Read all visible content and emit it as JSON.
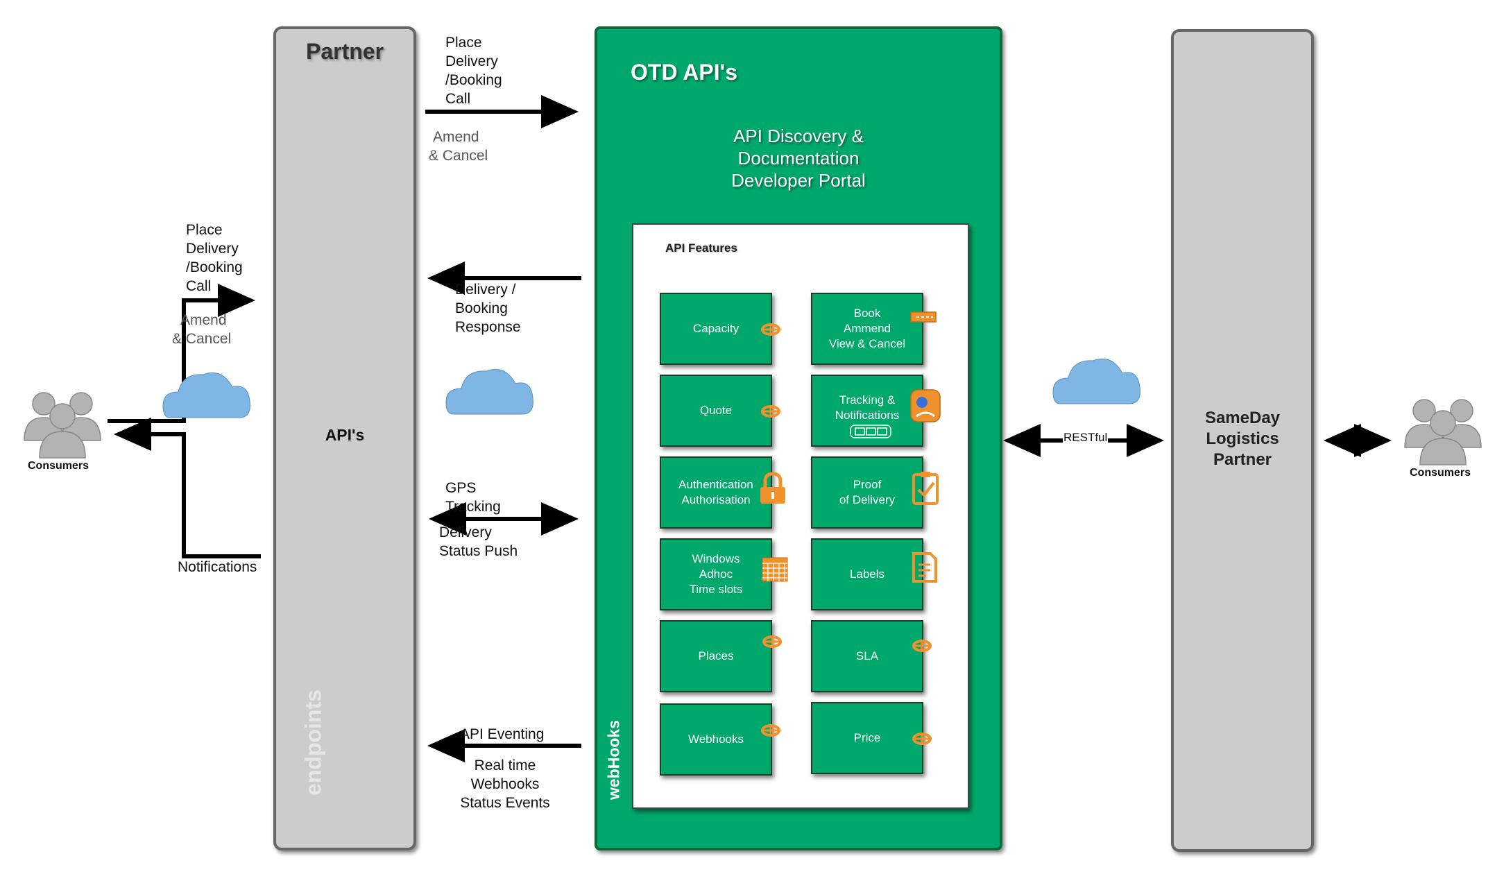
{
  "partner": {
    "title": "Partner",
    "apis": "API's",
    "endpoints": "endpoints"
  },
  "otd": {
    "title": "OTD API's",
    "portal": "API Discovery &\nDocumentation\nDeveloper Portal",
    "features_title": "API Features",
    "webhooks": "webHooks",
    "features": [
      {
        "label": "Capacity",
        "icon": "gear-icon"
      },
      {
        "label": "Book\nAmmend\nView  & Cancel",
        "icon": "ticket-icon"
      },
      {
        "label": "Quote",
        "icon": "gear-icon"
      },
      {
        "label": "Tracking &\nNotifications",
        "icon": "map-pin-icon"
      },
      {
        "label": "Authentication\nAuthorisation",
        "icon": "lock-icon"
      },
      {
        "label": "Proof\nof Delivery",
        "icon": "clipboard-check-icon"
      },
      {
        "label": "Windows\nAdhoc\nTime slots",
        "icon": "calendar-icon"
      },
      {
        "label": "Labels",
        "icon": "document-icon"
      },
      {
        "label": "Places",
        "icon": "gear-icon"
      },
      {
        "label": "SLA",
        "icon": "gear-icon"
      },
      {
        "label": "Webhooks",
        "icon": "gear-icon"
      },
      {
        "label": "Price",
        "icon": "gear-icon"
      }
    ]
  },
  "flows": {
    "place_call": "Place\nDelivery\n/Booking\nCall",
    "amend_cancel": "Amend\n& Cancel",
    "delivery_response": "Delivery /\nBooking\nResponse",
    "gps_tracking": "GPS\nTracking",
    "status_push": "Delivery\nStatus Push",
    "api_eventing": "API Eventing",
    "realtime": "Real time\nWebhooks\nStatus Events",
    "left_place_call": "Place\nDelivery\n/Booking\nCall",
    "left_amend_cancel": "Amend\n& Cancel",
    "notifications": "Notifications",
    "restful": "RESTful"
  },
  "sameday": {
    "title": "SameDay\nLogistics\nPartner"
  },
  "consumers": {
    "left": "Consumers",
    "right": "Consumers"
  },
  "colors": {
    "green": "#00a86b",
    "panel_grey": "#cccccc",
    "icon_orange": "#f0922b",
    "cloud_blue": "#7fb6e3"
  }
}
